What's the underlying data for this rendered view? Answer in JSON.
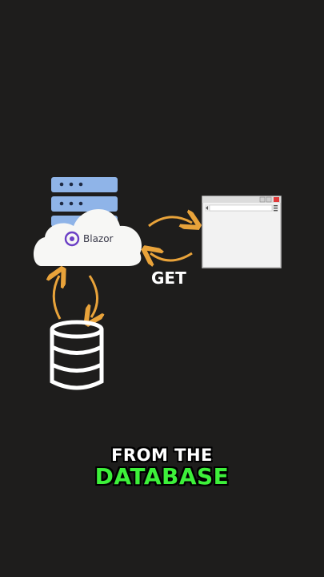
{
  "diagram": {
    "server_label": "Blazor",
    "request_label": "GET"
  },
  "caption": {
    "line1": "FROM THE",
    "line2": "DATABASE"
  },
  "colors": {
    "background": "#1e1d1c",
    "arrow": "#e9a33a",
    "server_rack": "#8fb4e8",
    "highlight": "#3df03a"
  }
}
